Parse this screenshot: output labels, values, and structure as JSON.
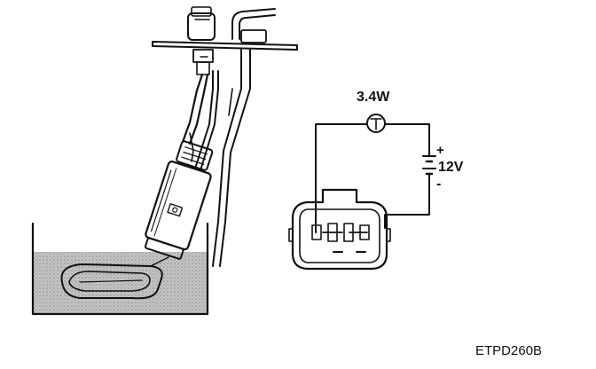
{
  "figure": {
    "lamp_label": "3.4W",
    "battery_positive": "+",
    "battery_voltage": "12V",
    "battery_negative": "-",
    "figure_code": "ETPD260B"
  },
  "colors": {
    "ink": "#111111",
    "fuel_shading": "#bdbdbd",
    "background": "#ffffff"
  }
}
